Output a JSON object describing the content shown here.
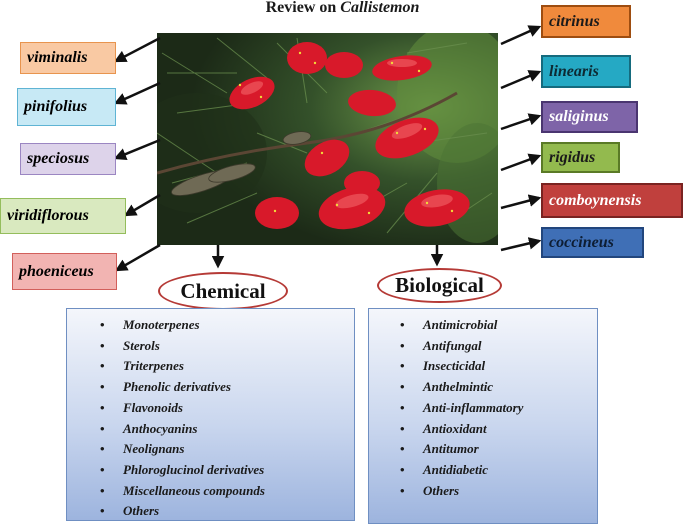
{
  "title": {
    "prefix": "Review on ",
    "genus": "Callistemon"
  },
  "image": {
    "name": "callistemon-photo"
  },
  "left_species": [
    {
      "label": "viminalis",
      "bg": "#f9c9a3",
      "border": "#e8944e"
    },
    {
      "label": "pinifolius",
      "bg": "#c7e9f5",
      "border": "#5fb4d4"
    },
    {
      "label": "speciosus",
      "bg": "#ddd3ea",
      "border": "#9b86c2"
    },
    {
      "label": "viridiflorous",
      "bg": "#d9e9bf",
      "border": "#94bd5c"
    },
    {
      "label": "phoeniceus",
      "bg": "#f2b4b2",
      "border": "#d25f5b"
    }
  ],
  "right_species": [
    {
      "label": "citrinus",
      "bg": "#f08a3c",
      "border": "#9e4d10"
    },
    {
      "label": "linearis",
      "bg": "#25a9c4",
      "border": "#156b7e"
    },
    {
      "label": "saliginus",
      "bg": "#7e64a8",
      "border": "#4a3570"
    },
    {
      "label": "rigidus",
      "bg": "#93ba4e",
      "border": "#5a7a26"
    },
    {
      "label": "comboynensis",
      "bg": "#c0403d",
      "border": "#7a2321"
    },
    {
      "label": "coccineus",
      "bg": "#3f6fb6",
      "border": "#22467d"
    }
  ],
  "categories": {
    "chemical": {
      "label": "Chemical",
      "items": [
        "Monoterpenes",
        "Sterols",
        "Triterpenes",
        "Phenolic derivatives",
        "Flavonoids",
        "Anthocyanins",
        "Neolignans",
        "Phloroglucinol derivatives",
        "Miscellaneous compounds",
        "Others"
      ]
    },
    "biological": {
      "label": "Biological",
      "items": [
        "Antimicrobial",
        "Antifungal",
        "Insecticidal",
        "Anthelmintic",
        "Anti-inflammatory",
        "Antioxidant",
        "Antitumor",
        "Antidiabetic",
        "Others"
      ]
    }
  },
  "bullet": "•",
  "colors": {
    "oval_border": "#b53a36",
    "panel_border": "#6f8fc2",
    "arrow": "#111111"
  }
}
